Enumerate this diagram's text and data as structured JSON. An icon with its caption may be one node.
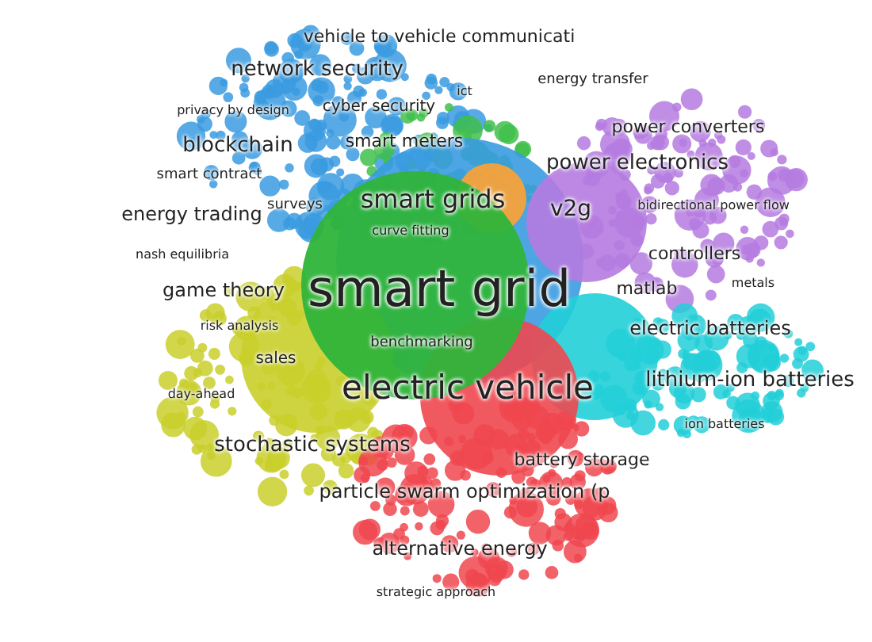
{
  "diagram": {
    "labels": [
      "vehicle to vehicle communicati",
      "network security",
      "ict",
      "energy transfer",
      "privacy by design",
      "cyber security",
      "power converters",
      "blockchain",
      "smart meters",
      "power electronics",
      "smart contract",
      "energy trading",
      "surveys",
      "smart grids",
      "v2g",
      "bidirectional power flow",
      "curve fitting",
      "nash equilibria",
      "controllers",
      "game theory",
      "smart grid",
      "matlab",
      "metals",
      "risk analysis",
      "benchmarking",
      "electric batteries",
      "sales",
      "day-ahead",
      "electric vehicle",
      "lithium-ion batteries",
      "ion batteries",
      "stochastic systems",
      "battery storage",
      "particle swarm optimization (p",
      "alternative energy",
      "strategic approach"
    ]
  }
}
